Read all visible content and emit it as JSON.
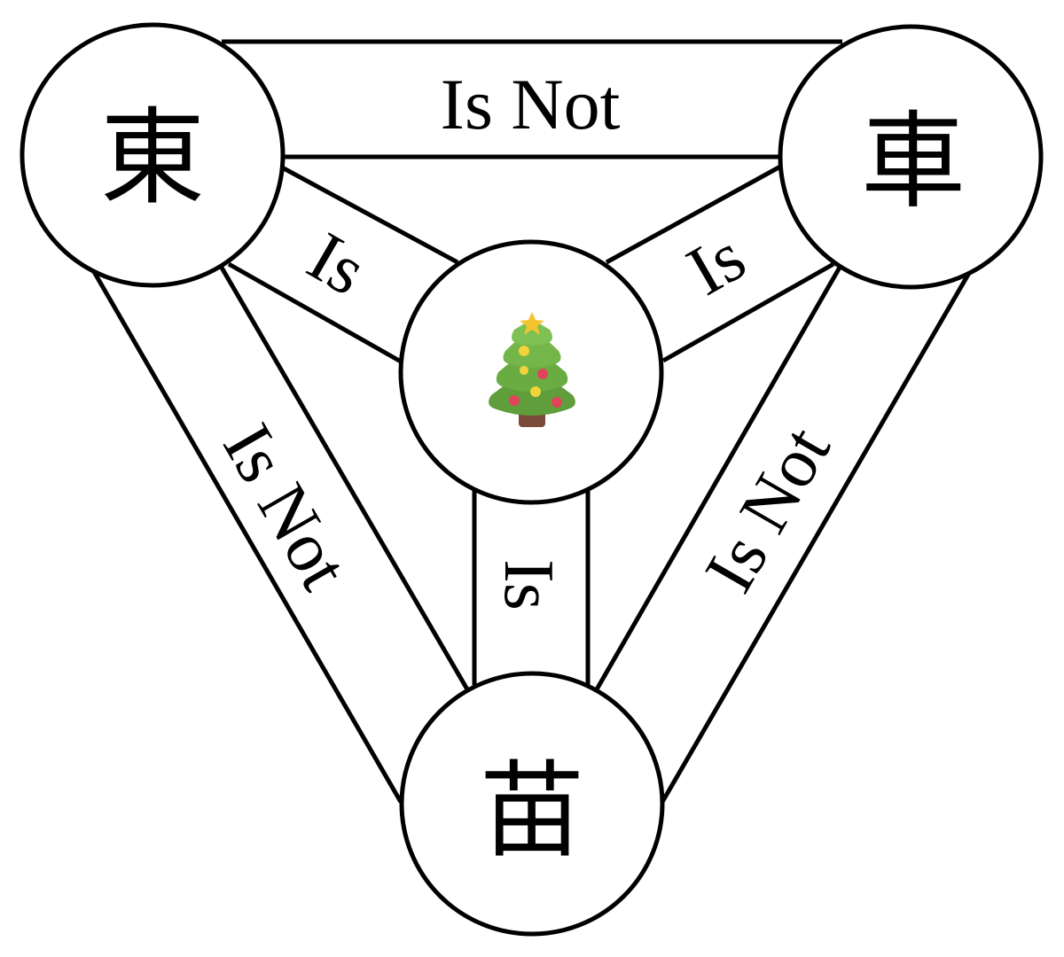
{
  "nodes": {
    "top_left": {
      "label": "東"
    },
    "top_right": {
      "label": "車"
    },
    "bottom": {
      "label": "苗"
    },
    "center": {
      "icon": "christmas-tree-icon"
    }
  },
  "edges": {
    "top_left_top_right": "Is Not",
    "top_left_center": "Is",
    "top_right_center": "Is",
    "center_bottom": "Is",
    "top_left_bottom": "Is Not",
    "top_right_bottom": "Is Not"
  },
  "colors": {
    "stroke": "#000000",
    "tree_green": "#5f9e3a",
    "tree_dark_green": "#3f7a2a",
    "star": "#f4c430",
    "ornament_red": "#e0445a",
    "ornament_yellow": "#f2d43a",
    "trunk": "#7a4a3a"
  }
}
